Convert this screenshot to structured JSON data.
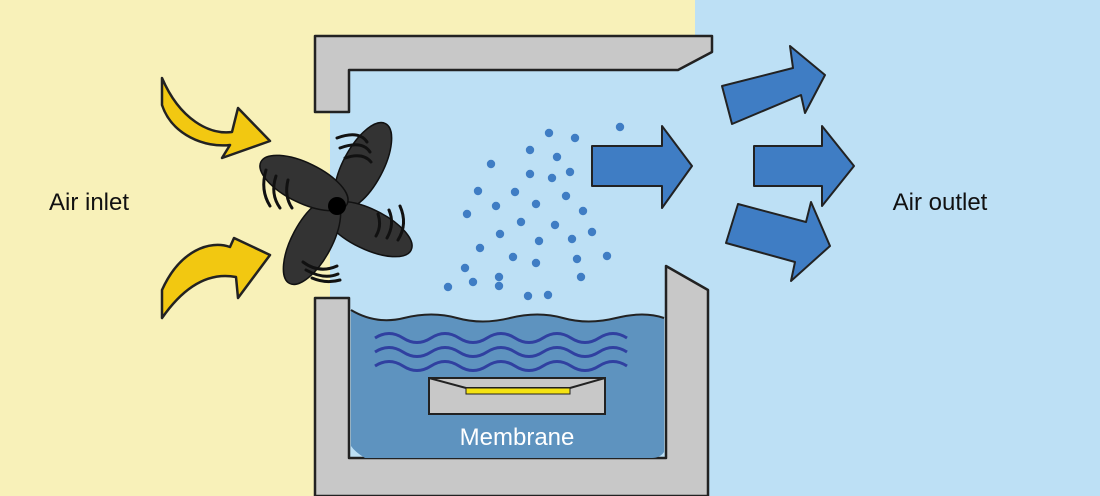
{
  "labels": {
    "inlet": "Air inlet",
    "outlet": "Air outlet",
    "membrane": "Membrane"
  },
  "colors": {
    "inlet_zone": "#f8f1b9",
    "outlet_zone": "#bde0f5",
    "chamber_air": "#bde0f5",
    "housing": "#c8c8c8",
    "water": "#5e93bf",
    "wave_lines": "#3040a0",
    "inlet_arrow": "#f2c811",
    "outlet_arrow": "#3f7dc4",
    "droplet": "#3f7dc4",
    "fan": "#333333",
    "membrane_strip": "#f5e312"
  },
  "icons": {
    "fan": "fan-icon",
    "inlet_arrows": "curved-arrow-icon",
    "outlet_arrows": "arrow-right-icon"
  }
}
